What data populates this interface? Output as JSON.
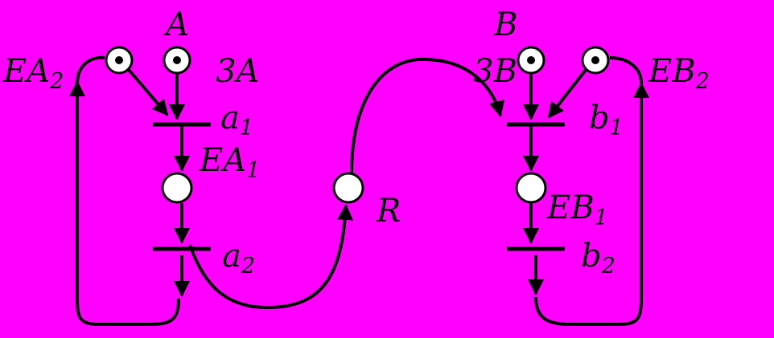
{
  "diagram": {
    "background": "#ff00ff",
    "labels": {
      "A": "A",
      "B": "B",
      "three_a": "3A",
      "three_b": "3B",
      "ea2_base": "EA",
      "ea2_sub": "2",
      "ea1_base": "EA",
      "ea1_sub": "1",
      "eb2_base": "EB",
      "eb2_sub": "2",
      "eb1_base": "EB",
      "eb1_sub": "1",
      "a1_base": "a",
      "a1_sub": "1",
      "a2_base": "a",
      "a2_sub": "2",
      "b1_base": "b",
      "b1_sub": "1",
      "b2_base": "b",
      "b2_sub": "2",
      "R": "R"
    }
  }
}
